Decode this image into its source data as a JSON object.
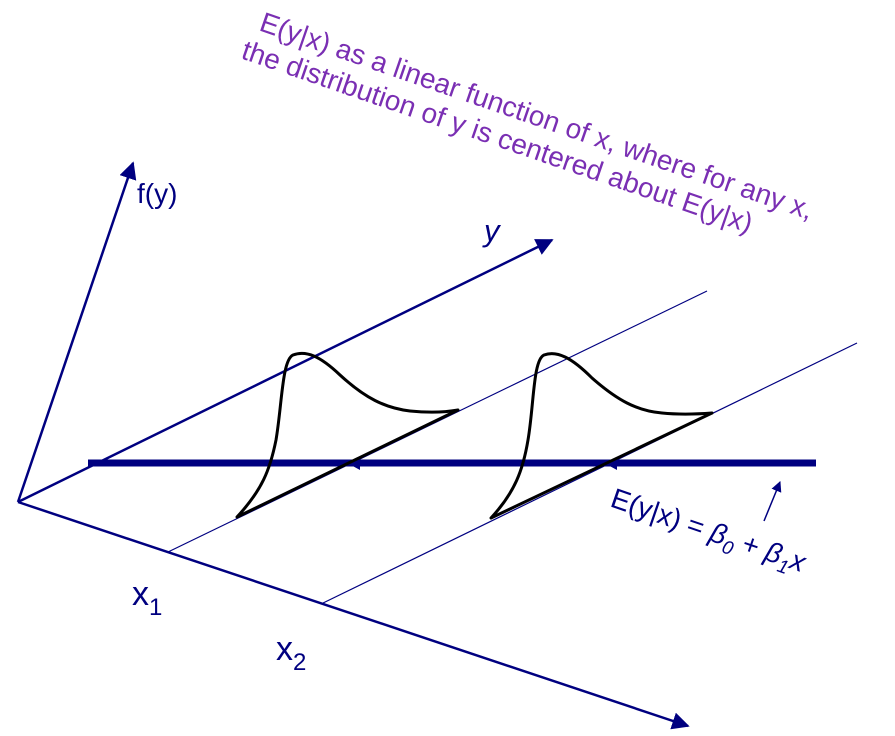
{
  "caption": {
    "line1": "E(y|x) as a linear function of x, where for any x,",
    "line2": "the distribution of y is centered about E(y|x)"
  },
  "axes": {
    "fy_label": "f(y)",
    "y_label": "y"
  },
  "ticks": {
    "x1_base": "x",
    "x1_sub": "1",
    "x2_base": "x",
    "x2_sub": "2"
  },
  "regression_label": {
    "prefix": "E(y|x) = ",
    "beta": "β",
    "sub0": "0",
    "plus": " + ",
    "sub1": "1",
    "x": "x"
  },
  "colors": {
    "navy": "#000080",
    "purple": "#7a2fb3",
    "black": "#000000"
  }
}
